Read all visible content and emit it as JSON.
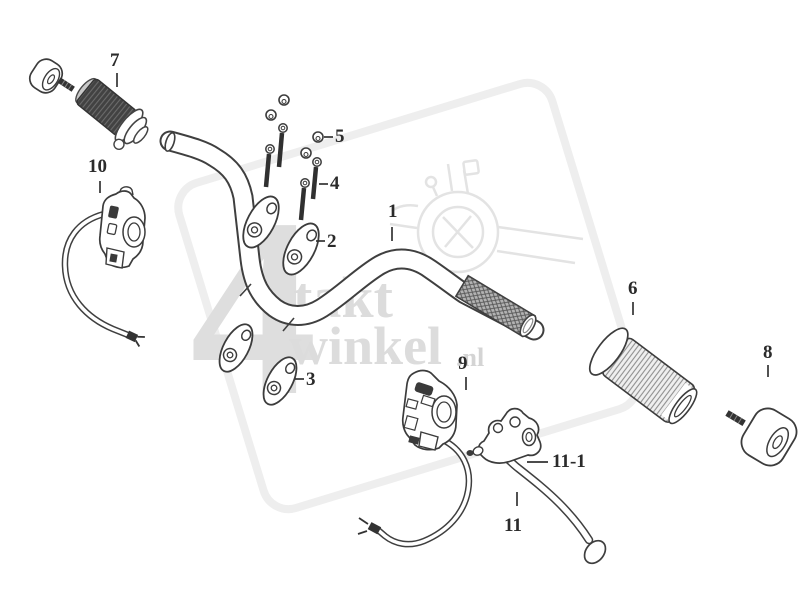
{
  "title": "Handlebar assembly exploded parts diagram",
  "colors": {
    "background": "#ffffff",
    "line_art": "#3f3f3f",
    "dark_fill": "#3a3a3a",
    "watermark_text": "#dcdcdc",
    "watermark_frame": "#eeeeee"
  },
  "watermark": {
    "big_numeral": "4",
    "word_top": "takt",
    "word_bottom": "winkel",
    "domain_suffix": ".nl"
  },
  "part_labels": [
    {
      "id": "part-7",
      "text": "7"
    },
    {
      "id": "part-10",
      "text": "10"
    },
    {
      "id": "part-5",
      "text": "5"
    },
    {
      "id": "part-4",
      "text": "4"
    },
    {
      "id": "part-1",
      "text": "1"
    },
    {
      "id": "part-2",
      "text": "2"
    },
    {
      "id": "part-3",
      "text": "3"
    },
    {
      "id": "part-6",
      "text": "6"
    },
    {
      "id": "part-8",
      "text": "8"
    },
    {
      "id": "part-9",
      "text": "9"
    },
    {
      "id": "part-11-1",
      "text": "11-1"
    },
    {
      "id": "part-11",
      "text": "11"
    }
  ]
}
